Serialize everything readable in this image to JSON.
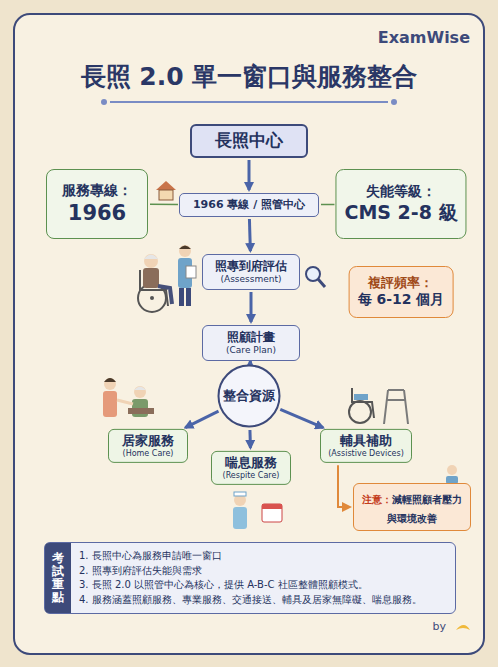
{
  "diagram": {
    "title": "長照 2.0 單一窗口與服務整合",
    "nodes": [
      {
        "text": [
          "長照中心"
        ]
      },
      {
        "text": [
          "服務專線：",
          "1966"
        ]
      },
      {
        "text": [
          "1966 專線 / 照管中心"
        ]
      },
      {
        "text": [
          "失能等級：",
          "CMS 2-8 級"
        ]
      },
      {
        "text": [
          "複評頻率：",
          "每 6-12 個月"
        ]
      },
      {
        "text": [
          "照專到府評估",
          "(Assessment)"
        ]
      },
      {
        "text": [
          "照顧計畫",
          "(Care Plan)"
        ]
      },
      {
        "text": [
          "整合資源"
        ]
      },
      {
        "text": [
          "居家服務",
          "(Home Care)"
        ]
      },
      {
        "text": [
          "喘息服務",
          "(Respite Care)"
        ]
      },
      {
        "text": [
          "輔具補助",
          "(Assistive Devices)"
        ]
      },
      {
        "text": [
          "注意：",
          "減輕照顧者壓力與環境改善"
        ]
      },
      {
        "text": [
          "考試重點",
          "1. 長照中心為服務申請唯一窗口",
          "2. 照專到府評估失能與需求",
          "3. 長照 2.0 以照管中心為核心，提供 A-B-C 社區整體照顧模式。",
          "4. 服務涵蓋照顧服務、專業服務、交通接送、輔具及居家無障礙、喘息服務。"
        ]
      }
    ],
    "edges": [
      {
        "from": 0,
        "to": 2,
        "arrow": "to"
      },
      {
        "from": 1,
        "to": 2,
        "arrow": "none"
      },
      {
        "from": 2,
        "to": 3,
        "arrow": "none"
      },
      {
        "from": 2,
        "to": 5,
        "arrow": "to"
      },
      {
        "from": 5,
        "to": 6,
        "arrow": "to"
      },
      {
        "from": 6,
        "to": 7,
        "arrow": "to"
      },
      {
        "from": 7,
        "to": 8,
        "arrow": "to"
      },
      {
        "from": 7,
        "to": 9,
        "arrow": "to"
      },
      {
        "from": 7,
        "to": 10,
        "arrow": "to"
      },
      {
        "from": 10,
        "to": 11,
        "arrow": "to"
      }
    ],
    "labels": [
      "ExamWise",
      "by"
    ]
  }
}
